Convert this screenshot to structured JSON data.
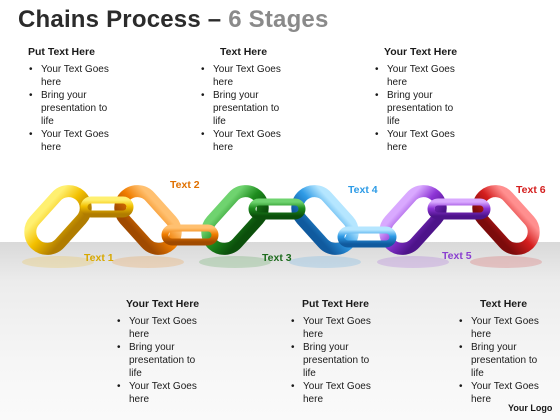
{
  "slide": {
    "title_main": "Chains Process",
    "title_dash": "–",
    "title_sub": "6 Stages"
  },
  "text_blocks": [
    {
      "heading": "Put Text Here",
      "bullets": [
        "Your Text Goes here",
        "Bring your presentation to life",
        "Your Text Goes here"
      ]
    },
    {
      "heading": "Text Here",
      "bullets": [
        "Your Text Goes here",
        "Bring your presentation to life",
        "Your Text Goes here"
      ]
    },
    {
      "heading": "Your Text Here",
      "bullets": [
        "Your Text Goes here",
        "Bring your presentation to life",
        "Your Text Goes here"
      ]
    },
    {
      "heading": "Your Text Here",
      "bullets": [
        "Your Text Goes here",
        "Bring your presentation to life",
        "Your Text Goes here"
      ]
    },
    {
      "heading": "Put Text Here",
      "bullets": [
        "Your Text Goes here",
        "Bring your presentation to life",
        "Your Text Goes here"
      ]
    },
    {
      "heading": "Text Here",
      "bullets": [
        "Your Text Goes here",
        "Bring your presentation to life",
        "Your Text Goes here"
      ]
    }
  ],
  "stages": [
    {
      "label": "Text 1",
      "color": "#f3b400",
      "label_color": "#d8a800"
    },
    {
      "label": "Text 2",
      "color": "#f07d00",
      "label_color": "#e07000"
    },
    {
      "label": "Text 3",
      "color": "#1e8c1e",
      "label_color": "#1d6b1d"
    },
    {
      "label": "Text 4",
      "color": "#2f9be6",
      "label_color": "#2d9be6"
    },
    {
      "label": "Text 5",
      "color": "#8e35d6",
      "label_color": "#8a3fd0"
    },
    {
      "label": "Text 6",
      "color": "#d41e1e",
      "label_color": "#d41e1e"
    }
  ],
  "connectors": [
    {
      "between": "1-2",
      "color": "#f3b400"
    },
    {
      "between": "2-3",
      "color": "#f07d00"
    },
    {
      "between": "3-4",
      "color": "#1e8c1e"
    },
    {
      "between": "4-5",
      "color": "#2f9be6"
    },
    {
      "between": "5-6",
      "color": "#8e35d6"
    }
  ],
  "footer": {
    "logo": "Your Logo"
  }
}
